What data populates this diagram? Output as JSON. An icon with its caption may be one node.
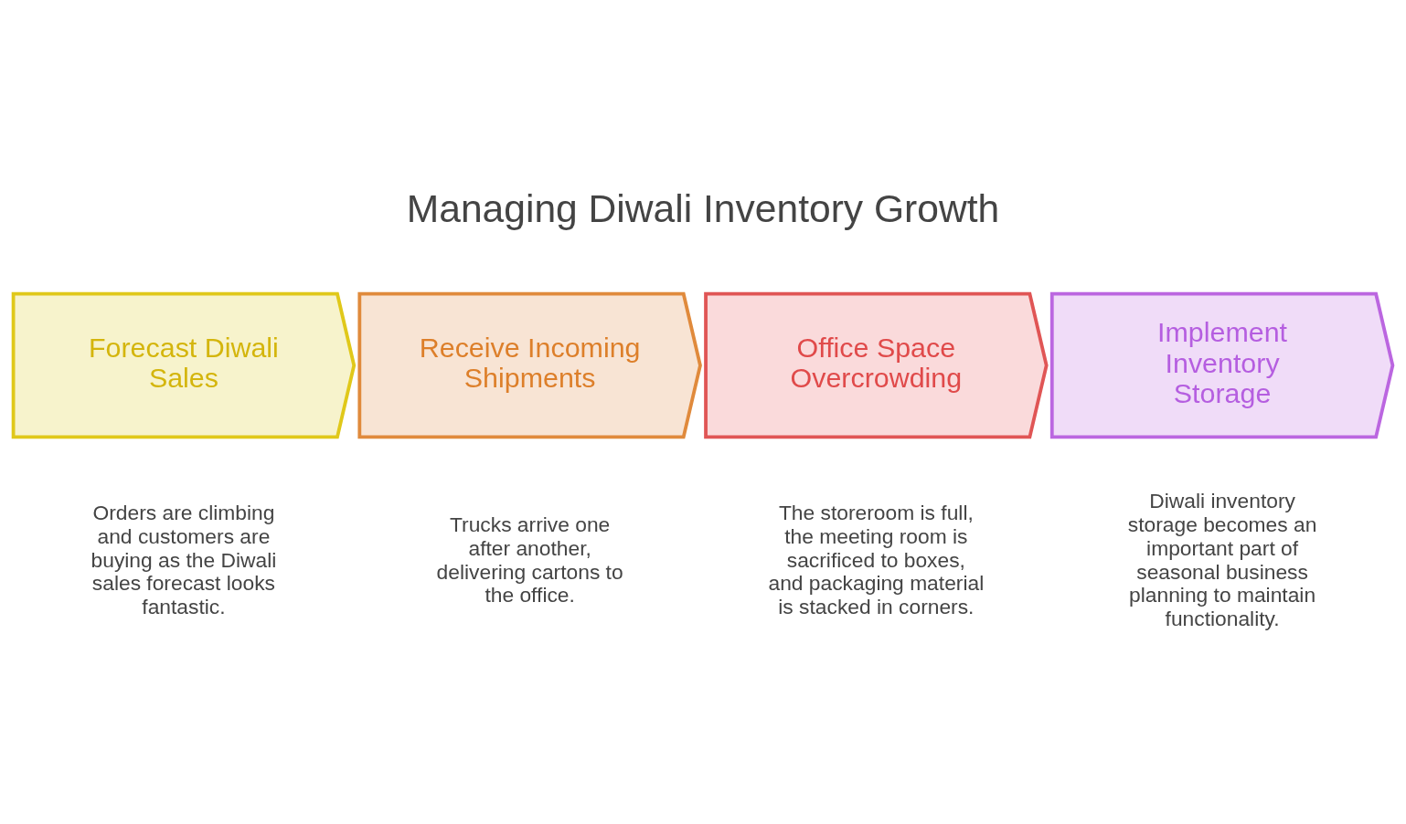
{
  "diagram": {
    "title": "Managing Diwali Inventory Growth",
    "nodes": [
      {
        "text": [
          "Forecast Diwali Sales"
        ],
        "beside": [
          "Orders are climbing and customers are buying as the Diwali sales forecast looks fantastic."
        ]
      },
      {
        "text": [
          "Receive Incoming Shipments"
        ],
        "beside": [
          "Trucks arrive one after another, delivering cartons to the office."
        ]
      },
      {
        "text": [
          "Office Space Overcrowding"
        ],
        "beside": [
          "The storeroom is full, the meeting room is sacrificed to boxes, and packaging material is stacked in corners."
        ]
      },
      {
        "text": [
          "Implement Inventory Storage"
        ],
        "beside": [
          "Diwali inventory storage becomes an important part of seasonal business planning to maintain functionality."
        ]
      }
    ],
    "edges": []
  }
}
